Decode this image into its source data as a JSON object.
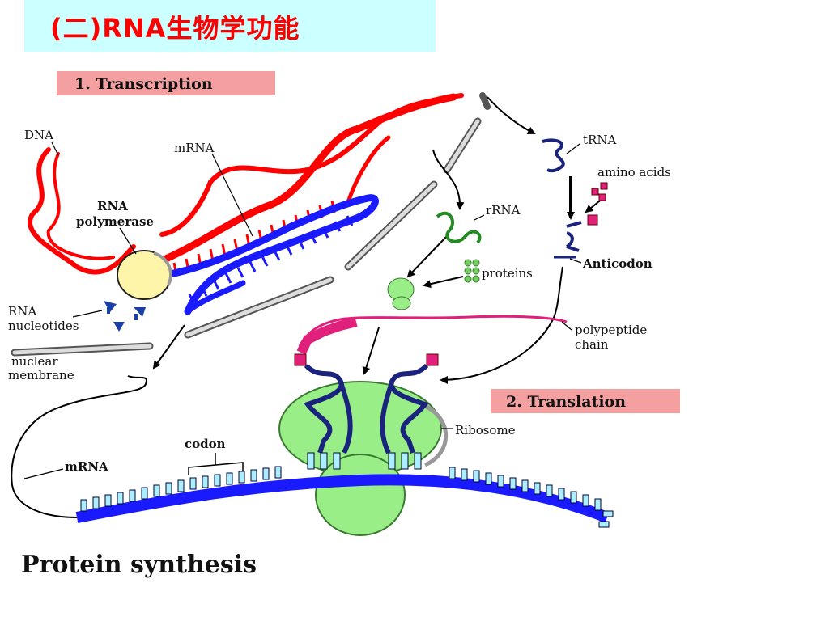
{
  "slide": {
    "title": "(二)RNA生物学功能"
  },
  "diagram": {
    "headers": {
      "transcription": "1. Transcription",
      "translation": "2. Translation"
    },
    "labels": {
      "dna": "DNA",
      "mrna_top": "mRNA",
      "rna_polymerase_1": "RNA",
      "rna_polymerase_2": "polymerase",
      "rna_nucleotides_1": "RNA",
      "rna_nucleotides_2": "nucleotides",
      "nuclear_membrane_1": "nuclear",
      "nuclear_membrane_2": "membrane",
      "trna": "tRNA",
      "amino_acids": "amino acids",
      "rrna": "rRNA",
      "proteins": "proteins",
      "anticodon": "Anticodon",
      "polypeptide_1": "polypeptide",
      "polypeptide_2": "chain",
      "ribosome": "Ribosome",
      "codon": "codon",
      "mrna_bottom": "mRNA"
    },
    "caption": "Protein synthesis",
    "colors": {
      "dna": "#ff0000",
      "mrna": "#1a1aff",
      "trna": "#1a237e",
      "rrna": "#228b22",
      "ribosome": "#99ee88",
      "amino_acid": "#e0207a",
      "title_bg": "#ccffff",
      "title_text": "#ff0000",
      "header_bg": "#f4a0a0"
    }
  }
}
